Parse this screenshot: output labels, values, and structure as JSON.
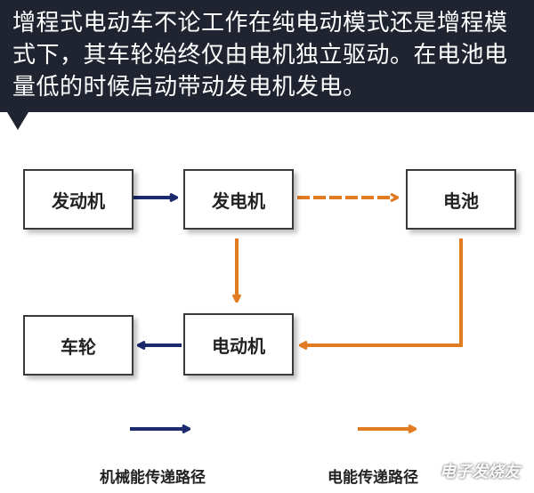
{
  "banner": {
    "text": "增程式电动车不论工作在纯电动模式还是增程模式下，其车轮始终仅由电机独立驱动。在电池电量低的时候启动带动发电机发电。"
  },
  "nodes": {
    "engine": "发动机",
    "generator": "发电机",
    "battery": "电池",
    "motor": "电动机",
    "wheel": "车轮"
  },
  "legend": {
    "mechanical": "机械能传递路径",
    "electrical": "电能传递路径"
  },
  "watermark": "电子发烧友",
  "colors": {
    "banner_bg": "#1f2430",
    "mechanical_arrow": "#1a2a6c",
    "electrical_arrow": "#e07b22"
  }
}
